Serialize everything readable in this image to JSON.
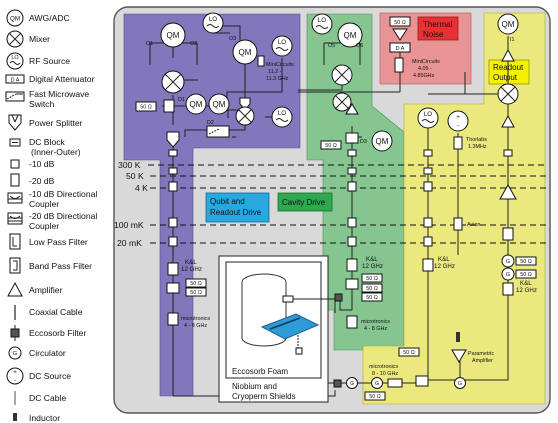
{
  "legend": {
    "qm": "AWG/ADC",
    "mixer": "Mixer",
    "rf": "RF Source",
    "atten": "Digital Attenuator",
    "switch1": "Fast Microwave",
    "switch2": "Switch",
    "splitter": "Power Splitter",
    "dcblock1": "DC Block",
    "dcblock2": "(Inner-Outer)",
    "att10": "-10 dB",
    "att20": "-20 dB",
    "coup10a": "-10 dB Directional",
    "coup10b": "Coupler",
    "coup20a": "-20 dB Directional",
    "coup20b": "Coupler",
    "lpf": "Low Pass Filter",
    "bpf": "Band Pass Filter",
    "amp": "Amplifier",
    "coax": "Coaxial Cable",
    "ecco": "Eccosorb Filter",
    "circ": "Circulator",
    "dcsrc": "DC Source",
    "dccable": "DC Cable",
    "inductor": "Inductor"
  },
  "glyphs": {
    "qm": "QM",
    "lo": "LO",
    "da": "D A",
    "ohm": "50 Ω",
    "g": "G",
    "plus": "+",
    "minus": "-"
  },
  "stages": {
    "k300": "300 K",
    "k50": "50 K",
    "k4": "4 K",
    "mk100": "100 mK",
    "mk20": "20 mK"
  },
  "labels": {
    "o1": "O1",
    "o2": "O2",
    "o3": "O3",
    "o5": "O5",
    "o6": "O6",
    "i1": "I1",
    "d1": "D1",
    "d2": "D2",
    "d3": "D3",
    "minicirc_a1": "MiniCircuits",
    "minicirc_a2": "11.2 -",
    "minicirc_a3": "11.3 GHz",
    "minicirc_b1": "MiniCircuits",
    "minicirc_b2": "4.05 -",
    "minicirc_b3": "4.85GHz",
    "thermal1": "Thermal",
    "thermal2": "Noise",
    "readout1": "Readout",
    "readout2": "Output",
    "qubit1": "Qubit and",
    "qubit2": "Readout Drive",
    "cavity": "Cavity Drive",
    "thorlabs1": "Thorlabs",
    "thorlabs2": "1.3MHz",
    "avion": "Avion",
    "kl_a1": "K&L",
    "kl_a2": "12 GHz",
    "kl_b1": "K&L",
    "kl_b2": "12 GHz",
    "kl_c1": "K&L",
    "kl_c2": "12 GHz",
    "kl_d1": "K&L",
    "kl_d2": "12 GHz",
    "micro_a1": "microtronics",
    "micro_a2": "4 - 8 GHz",
    "micro_b1": "microtronics",
    "micro_b2": "4 - 8 GHz",
    "micro_c1": "microtronics",
    "micro_c2": "8 - 10 GHz",
    "para1": "Parametric",
    "para2": "Amplifier",
    "eccofoam": "Eccosorb Foam",
    "shield1": "Niobium and",
    "shield2": "Cryoperm Shields"
  },
  "colors": {
    "purple": "#7b6fba",
    "green": "#7cc489",
    "pink": "#e99494",
    "yellow": "#ecea7a",
    "fridge": "#d9d9d9",
    "thermal": "#e63232",
    "readout": "#f4f000",
    "qubit": "#29a8e0",
    "cavity": "#2fa84f",
    "chip": "#2f9bd6"
  }
}
